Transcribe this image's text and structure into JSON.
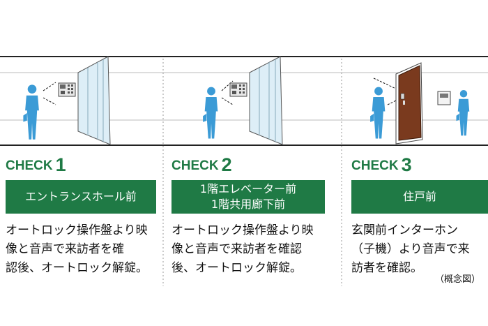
{
  "colors": {
    "accent_green": "#1f7a45",
    "person_blue": "#3b9bd6",
    "door_brown": "#7a3a1e"
  },
  "icons": [
    "person-icon",
    "intercom-panel-icon",
    "glass-door-icon",
    "wooden-door-icon",
    "intercom-handset-icon"
  ],
  "steps": [
    {
      "check_label": "CHECK",
      "check_number": "1",
      "location": [
        "エントランスホール前"
      ],
      "description": [
        "オートロック操作盤より映",
        "像と音声で来訪者を確",
        "認後、オートロック解錠。"
      ]
    },
    {
      "check_label": "CHECK",
      "check_number": "2",
      "location": [
        "1階エレベーター前",
        "1階共用廊下前"
      ],
      "description": [
        "オートロック操作盤より映",
        "像と音声で来訪者を確認",
        "後、オートロック解錠。"
      ]
    },
    {
      "check_label": "CHECK",
      "check_number": "3",
      "location": [
        "住戸前"
      ],
      "description": [
        "玄関前インターホン",
        "（子機）より音声で来",
        "訪者を確認。"
      ]
    }
  ],
  "caption": "（概念図）"
}
